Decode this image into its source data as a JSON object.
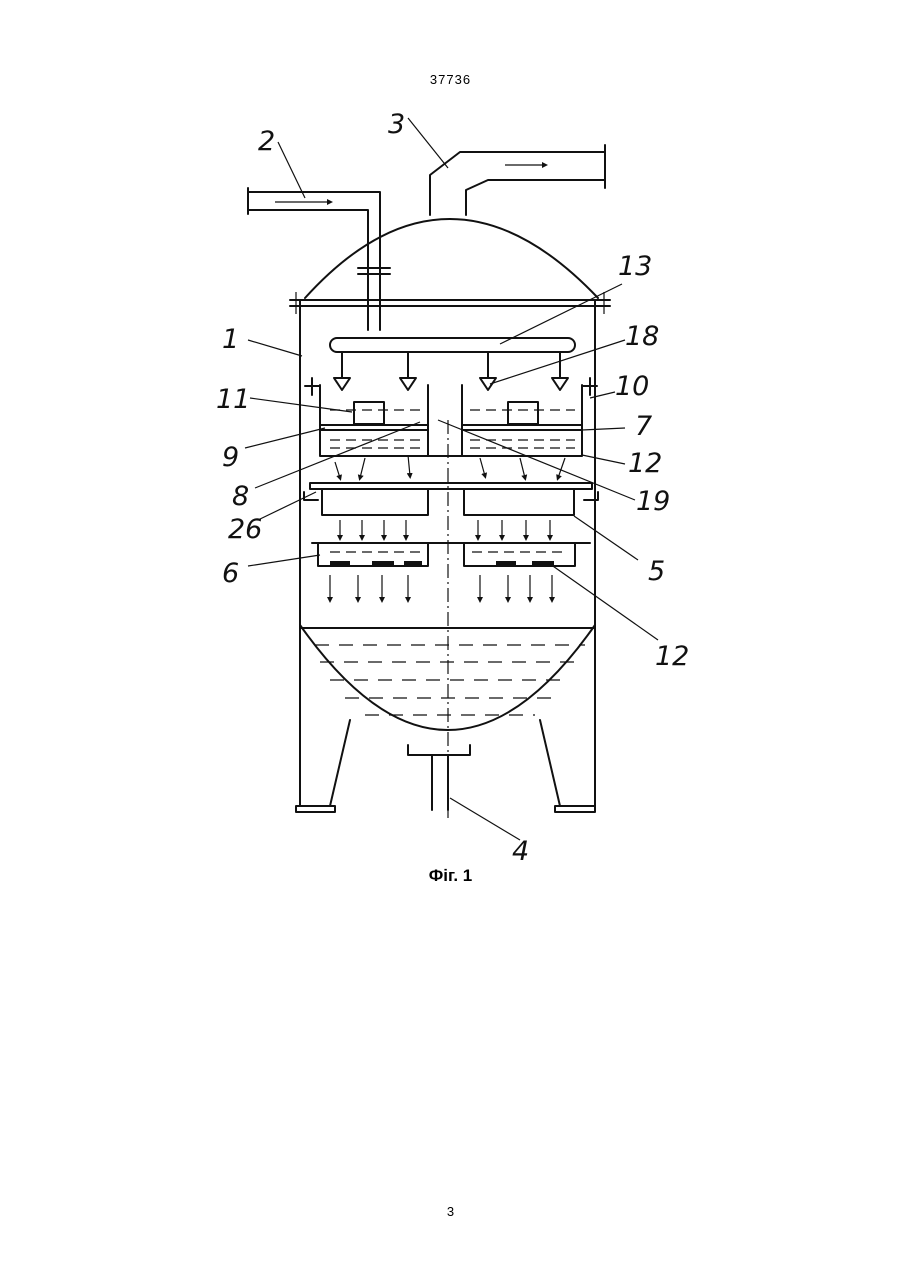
{
  "document": {
    "patent_number": "37736",
    "figure_caption": "Фіг. 1",
    "page_number": "3"
  },
  "figure": {
    "part_labels": {
      "l1": "1",
      "l2": "2",
      "l3": "3",
      "l4": "4",
      "l5": "5",
      "l6": "6",
      "l7": "7",
      "l8": "8",
      "l9": "9",
      "l10": "10",
      "l11": "11",
      "l12a": "12",
      "l12b": "12",
      "l13": "13",
      "l18": "18",
      "l19": "19",
      "l26": "26"
    }
  }
}
